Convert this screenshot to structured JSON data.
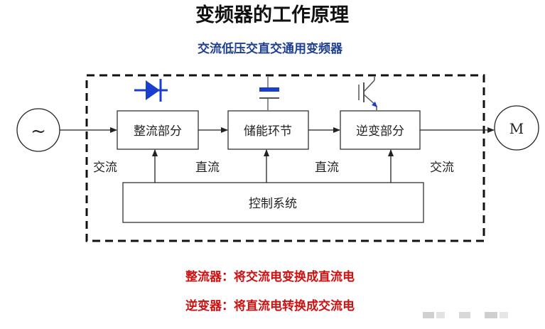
{
  "title": "变频器的工作原理",
  "subtitle": "交流低压交直交通用变频器",
  "source_symbol": "~",
  "motor_label": "M",
  "blocks": {
    "rectifier": "整流部分",
    "storage": "储能环节",
    "inverter": "逆变部分",
    "control": "控制系统"
  },
  "line_labels": {
    "ac_in": "交流",
    "dc_1": "直流",
    "dc_2": "直流",
    "ac_out": "交流"
  },
  "definitions": [
    "整流器：将交流电变换成直流电",
    "逆变器：将直流电转换成交流电"
  ],
  "colors": {
    "title": "#111111",
    "subtitle": "#1f3f8f",
    "definition": "#cc1111",
    "symbol_blue": "#1a3fd0",
    "line": "#222222"
  },
  "icons": {
    "rectifier_symbol": "diode-icon",
    "storage_symbol": "capacitor-icon",
    "inverter_symbol": "igbt-transistor-icon"
  }
}
